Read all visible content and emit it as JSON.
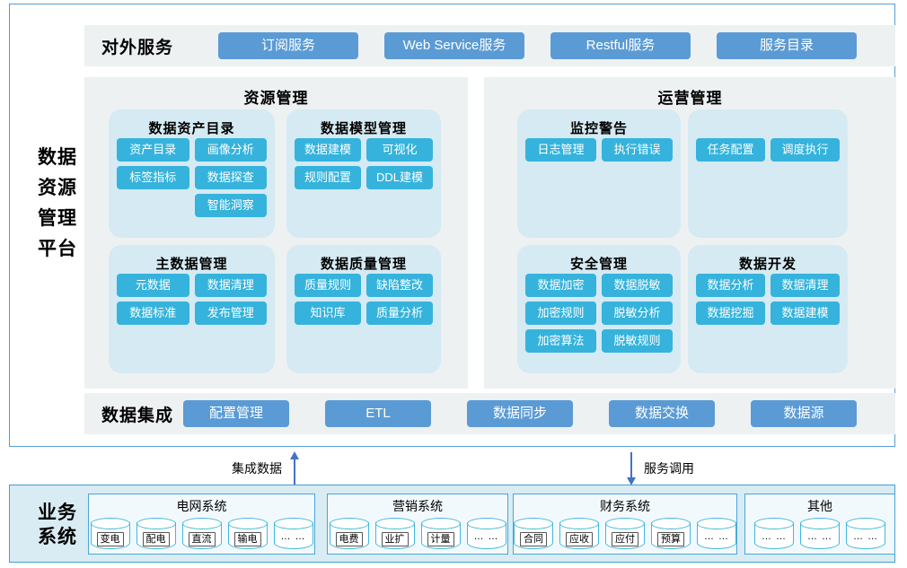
{
  "platform": {
    "title": "数据资源管理平台",
    "lines": [
      "数据",
      "资源",
      "管理",
      "平台"
    ]
  },
  "external_services": {
    "label": "对外服务",
    "buttons": [
      "订阅服务",
      "Web Service服务",
      "Restful服务",
      "服务目录"
    ]
  },
  "resource_mgmt": {
    "title": "资源管理",
    "panels": [
      {
        "title": "数据资产目录",
        "buttons": [
          "资产目录",
          "画像分析",
          "标签指标",
          "数据探查",
          "",
          "智能洞察"
        ]
      },
      {
        "title": "数据模型管理",
        "buttons": [
          "数据建模",
          "可视化",
          "规则配置",
          "DDL建模"
        ]
      },
      {
        "title": "主数据管理",
        "buttons": [
          "元数据",
          "数据清理",
          "数据标准",
          "发布管理"
        ]
      },
      {
        "title": "数据质量管理",
        "buttons": [
          "质量规则",
          "缺陷整改",
          "知识库",
          "质量分析"
        ]
      }
    ]
  },
  "operation_mgmt": {
    "title": "运营管理",
    "panels": [
      {
        "title": "监控警告",
        "buttons": [
          "日志管理",
          "执行错误"
        ]
      },
      {
        "title": "",
        "buttons": [
          "任务配置",
          "调度执行"
        ]
      },
      {
        "title": "安全管理",
        "buttons": [
          "数据加密",
          "数据脱敏",
          "加密规则",
          "脱敏分析",
          "加密算法",
          "脱敏规则"
        ]
      },
      {
        "title": "数据开发",
        "buttons": [
          "数据分析",
          "数据清理",
          "数据挖掘",
          "数据建模"
        ]
      }
    ]
  },
  "data_integration": {
    "label": "数据集成",
    "buttons": [
      "配置管理",
      "ETL",
      "数据同步",
      "数据交换",
      "数据源"
    ]
  },
  "flows": {
    "up_label": "集成数据",
    "down_label": "服务调用"
  },
  "business_systems": {
    "label": "业务系统",
    "lines": [
      "业务",
      "系统"
    ],
    "systems": [
      {
        "title": "电网系统",
        "databases": [
          "变电",
          "配电",
          "直流",
          "输电",
          "… …"
        ]
      },
      {
        "title": "营销系统",
        "databases": [
          "电费",
          "业扩",
          "计量",
          "… …"
        ]
      },
      {
        "title": "财务系统",
        "databases": [
          "合同",
          "应收",
          "应付",
          "预算",
          "… …"
        ]
      },
      {
        "title": "其他",
        "databases": [
          "… …",
          "… …",
          "… …"
        ]
      }
    ]
  },
  "colors": {
    "steel_blue_button": "#5b9bd5",
    "cyan_button": "#35b3dc",
    "gray_panel": "#eef1f2",
    "light_blue_subpanel": "#d5eaf2",
    "outer_border": "#5b9bd5",
    "business_box_bg": "#d9ecf4",
    "business_box_border": "#41a0cc",
    "cylinder_outline": "#41b8dc",
    "arrow": "#4472c4"
  }
}
